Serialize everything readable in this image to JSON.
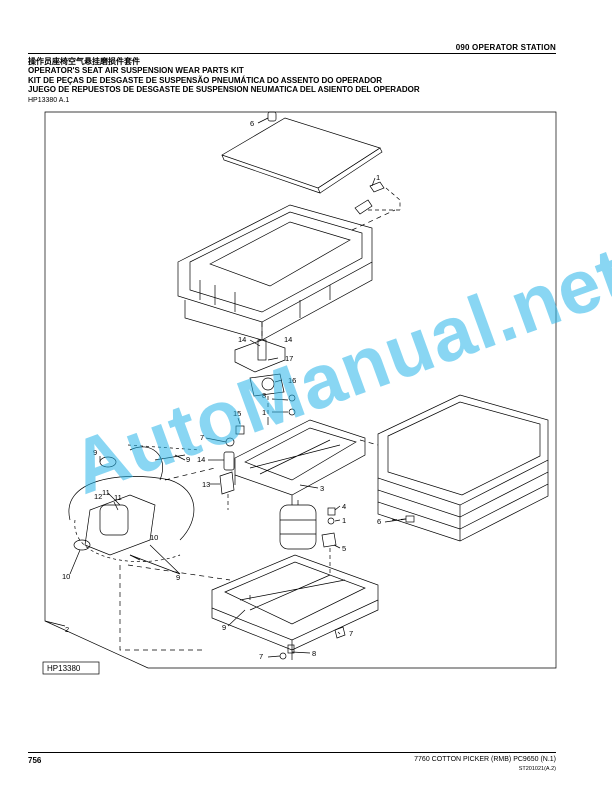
{
  "header": {
    "section": "090 OPERATOR STATION"
  },
  "titles": {
    "chinese": "操作员座椅空气悬挂磨损件套件",
    "english": "OPERATOR'S SEAT AIR SUSPENSION WEAR PARTS KIT",
    "portuguese": "KIT DE PEÇAS DE DESGASTE DE SUSPENSÃO PNEUMÁTICA DO ASSENTO DO OPERADOR",
    "spanish": "JUEGO DE REPUESTOS DE DESGASTE DE SUSPENSION NEUMATICA DEL ASIENTO DEL OPERADOR"
  },
  "figure_ref": "HP13380 A.1",
  "figure_label": "HP13380",
  "callouts": [
    "1",
    "1",
    "1",
    "2",
    "3",
    "4",
    "5",
    "6",
    "6",
    "7",
    "7",
    "8",
    "8",
    "9",
    "9",
    "9",
    "9",
    "10",
    "10",
    "11",
    "12",
    "13",
    "14",
    "14",
    "15",
    "16",
    "17"
  ],
  "watermark": "AutoManual.net",
  "footer": {
    "page": "756",
    "model": "7760 COTTON PICKER (RMB)   PC9650   (N.1)",
    "code": "ST201021(A.2)"
  }
}
